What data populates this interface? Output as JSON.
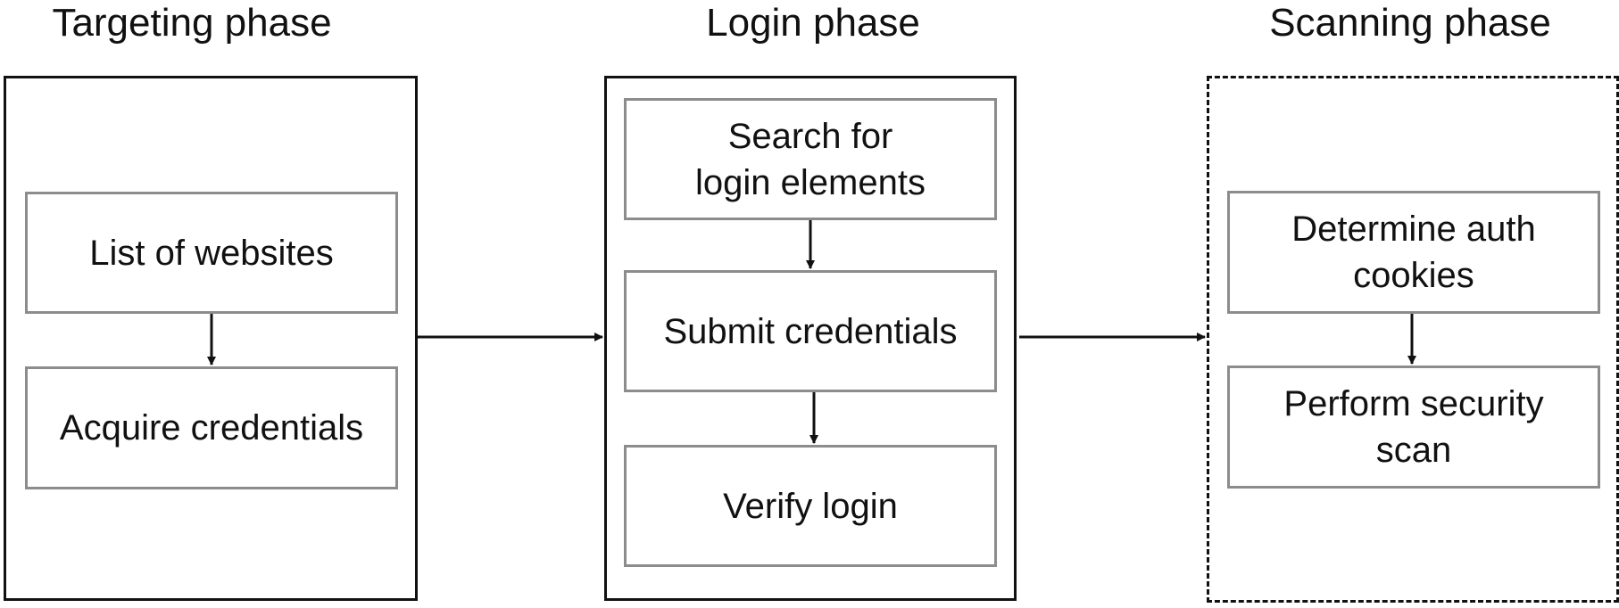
{
  "phases": [
    {
      "title": "Targeting phase",
      "steps": [
        "List of websites",
        "Acquire credentials"
      ]
    },
    {
      "title": "Login phase",
      "steps": [
        "Search for\nlogin elements",
        "Submit credentials",
        "Verify login"
      ]
    },
    {
      "title": "Scanning phase",
      "steps": [
        "Determine auth\ncookies",
        "Perform security\nscan"
      ]
    }
  ]
}
